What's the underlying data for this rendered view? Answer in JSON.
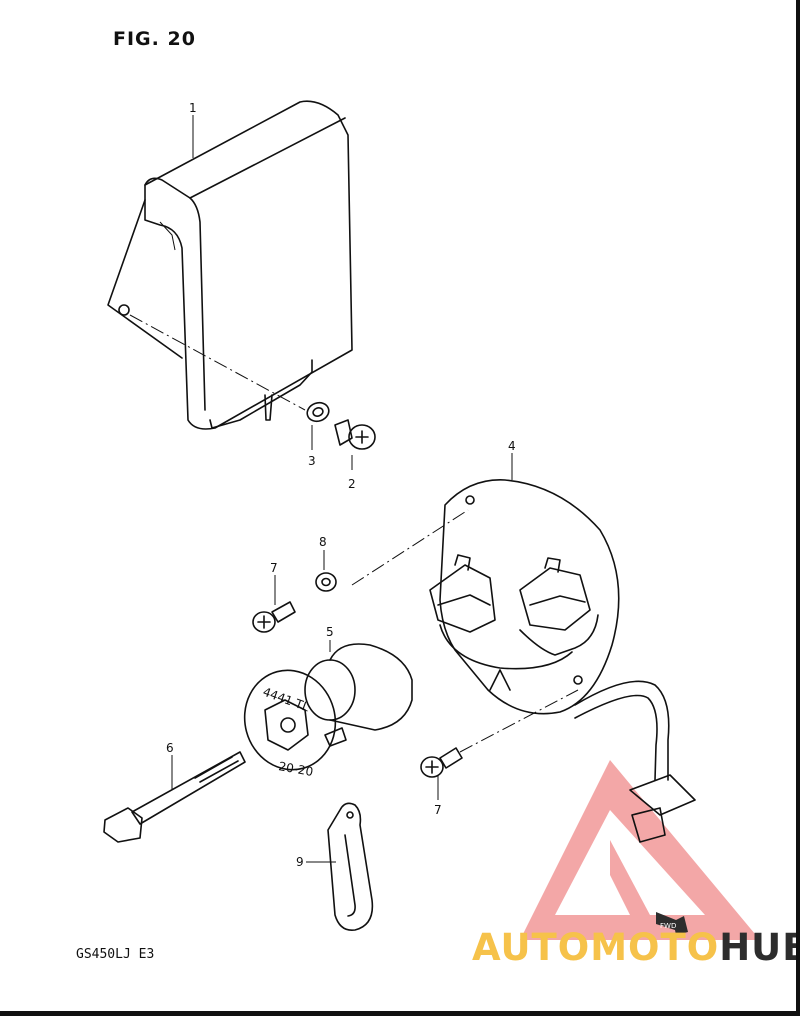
{
  "figure": {
    "title": "FIG. 20",
    "model_code": "GS450LJ  E3"
  },
  "callouts": [
    {
      "id": "1",
      "label": "1"
    },
    {
      "id": "2",
      "label": "2"
    },
    {
      "id": "3",
      "label": "3"
    },
    {
      "id": "4",
      "label": "4"
    },
    {
      "id": "5",
      "label": "5"
    },
    {
      "id": "6",
      "label": "6"
    },
    {
      "id": "7a",
      "label": "7"
    },
    {
      "id": "7b",
      "label": "7"
    },
    {
      "id": "8",
      "label": "8"
    },
    {
      "id": "9",
      "label": "9"
    }
  ],
  "part_markings": {
    "condenser_code": "4441 TL",
    "condenser_code_b": "20-20",
    "fwd_arrow": "FWD"
  },
  "watermark": {
    "part1": "AUTOMOTO",
    "part2": "HUB",
    "color_primary": "#f6c24a",
    "color_secondary": "#2d2d2d",
    "triangle_color": "#f08a8a"
  }
}
